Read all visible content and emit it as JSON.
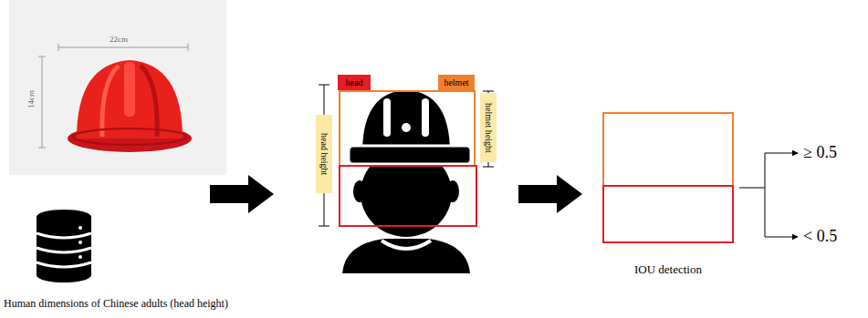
{
  "diagram": {
    "nodes": [
      {
        "text": [
          "head"
        ]
      },
      {
        "text": [
          "helmet"
        ]
      },
      {
        "text": [
          "head height"
        ]
      },
      {
        "text": [
          "helmet height"
        ]
      },
      {
        "text": [
          "IOU detection"
        ]
      }
    ],
    "labels": [
      "22cm",
      "14cm",
      "Human dimensions of Chinese adults (head height)",
      "≥ 0.5",
      "< 0.5"
    ]
  }
}
